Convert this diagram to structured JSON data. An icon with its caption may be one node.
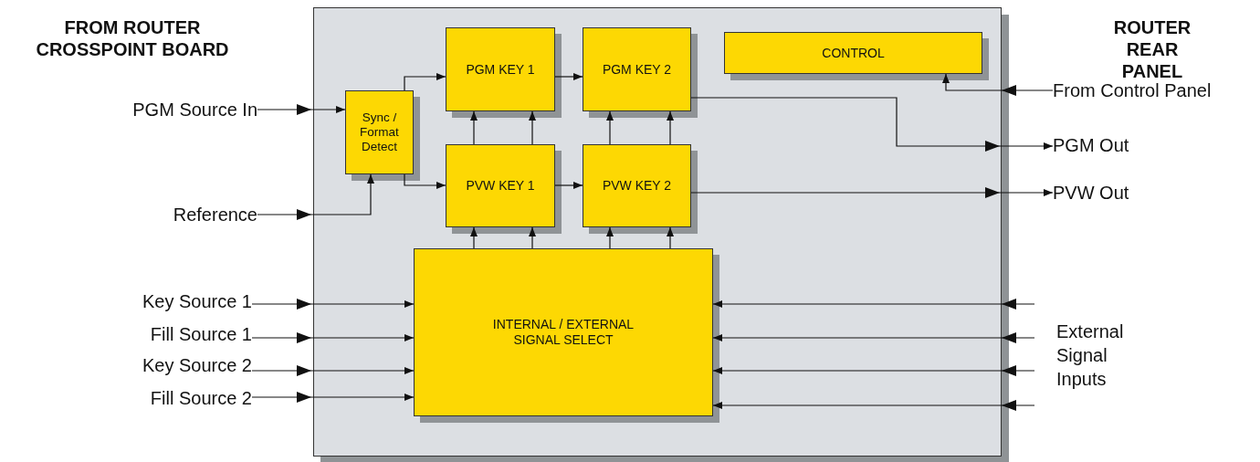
{
  "diagram": {
    "nodes": [
      {
        "text": [],
        "shape": "box"
      },
      {
        "text": [
          "Sync / Format Detect"
        ],
        "in": 0
      },
      {
        "text": [
          "PGM KEY 1"
        ],
        "in": 0
      },
      {
        "text": [
          "PGM KEY 2"
        ],
        "in": 0
      },
      {
        "text": [
          "PVW KEY 1"
        ],
        "in": 0
      },
      {
        "text": [
          "PVW KEY 2"
        ],
        "in": 0
      },
      {
        "text": [
          "CONTROL"
        ],
        "in": 0
      },
      {
        "text": [
          "INTERNAL / EXTERNAL SIGNAL SELECT"
        ],
        "in": 0
      },
      {
        "text": [
          "PGM Source In"
        ]
      },
      {
        "text": [
          "Reference"
        ]
      },
      {
        "text": [
          "Key Source 1"
        ]
      },
      {
        "text": [
          "Fill Source 1"
        ]
      },
      {
        "text": [
          "Key Source 2"
        ]
      },
      {
        "text": [
          "Fill Source 2"
        ]
      },
      {
        "text": [
          "From Control Panel"
        ]
      },
      {
        "text": [
          "PGM Out"
        ]
      },
      {
        "text": [
          "PVW Out"
        ]
      },
      {
        "text": [
          "External Signal Inputs"
        ]
      }
    ],
    "edges": [
      {
        "from": 8,
        "to": 1,
        "arrow": "to"
      },
      {
        "from": 9,
        "to": 1,
        "arrow": "to"
      },
      {
        "from": 10,
        "to": 7,
        "arrow": "to"
      },
      {
        "from": 11,
        "to": 7,
        "arrow": "to"
      },
      {
        "from": 12,
        "to": 7,
        "arrow": "to"
      },
      {
        "from": 13,
        "to": 7,
        "arrow": "to"
      },
      {
        "from": 1,
        "to": 2,
        "arrow": "to"
      },
      {
        "from": 1,
        "to": 4,
        "arrow": "to"
      },
      {
        "from": 2,
        "to": 3,
        "arrow": "to"
      },
      {
        "from": 4,
        "to": 5,
        "arrow": "to"
      },
      {
        "from": 4,
        "to": 2,
        "arrow": "to"
      },
      {
        "from": 4,
        "to": 2,
        "arrow": "to"
      },
      {
        "from": 5,
        "to": 3,
        "arrow": "to"
      },
      {
        "from": 5,
        "to": 3,
        "arrow": "to"
      },
      {
        "from": 7,
        "to": 4,
        "arrow": "to"
      },
      {
        "from": 7,
        "to": 4,
        "arrow": "to"
      },
      {
        "from": 7,
        "to": 5,
        "arrow": "to"
      },
      {
        "from": 7,
        "to": 5,
        "arrow": "to"
      },
      {
        "from": 3,
        "to": 15,
        "arrow": "to"
      },
      {
        "from": 5,
        "to": 16,
        "arrow": "to"
      },
      {
        "from": 14,
        "to": 6,
        "arrow": "to"
      },
      {
        "from": 17,
        "to": 7,
        "arrow": "to"
      },
      {
        "from": 17,
        "to": 7,
        "arrow": "to"
      },
      {
        "from": 17,
        "to": 7,
        "arrow": "to"
      },
      {
        "from": 17,
        "to": 7,
        "arrow": "to"
      }
    ],
    "labels": [
      "FROM ROUTER CROSSPOINT BOARD",
      "ROUTER REAR PANEL"
    ]
  }
}
